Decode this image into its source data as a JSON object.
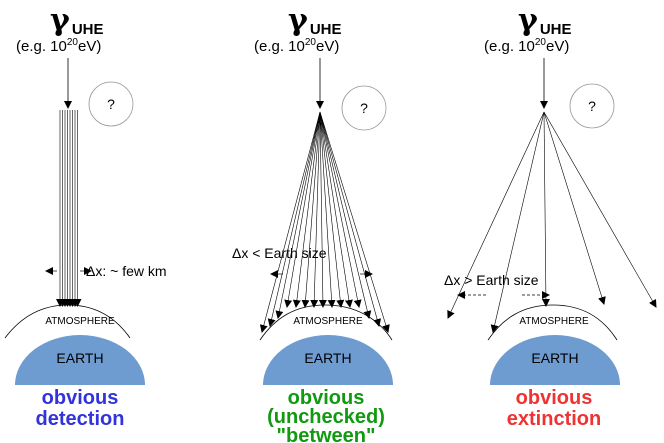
{
  "colors": {
    "earth_fill": "#6e9bd0",
    "detection": "#3333dd",
    "between": "#119911",
    "extinction": "#ee3333"
  },
  "panels": [
    {
      "id": "left",
      "gamma": "γ",
      "gamma_sub": "UHE",
      "energy_pre": "(e.g. 10",
      "energy_exp": "20",
      "energy_post": "eV)",
      "question": "?",
      "delta": "Δx: ~ few km",
      "atmosphere": "ATMOSPHERE",
      "earth": "EARTH",
      "caption": [
        "obvious",
        "detection"
      ]
    },
    {
      "id": "middle",
      "gamma": "γ",
      "gamma_sub": "UHE",
      "energy_pre": "(e.g. 10",
      "energy_exp": "20",
      "energy_post": "eV)",
      "question": "?",
      "delta": "Δx < Earth size",
      "atmosphere": "ATMOSPHERE",
      "earth": "EARTH",
      "caption": [
        "obvious",
        "(unchecked)",
        "\"between\""
      ]
    },
    {
      "id": "right",
      "gamma": "γ",
      "gamma_sub": "UHE",
      "energy_pre": "(e.g. 10",
      "energy_exp": "20",
      "energy_post": "eV)",
      "question": "?",
      "delta": "Δx > Earth size",
      "atmosphere": "ATMOSPHERE",
      "earth": "EARTH",
      "caption": [
        "obvious",
        "extinction"
      ]
    }
  ]
}
